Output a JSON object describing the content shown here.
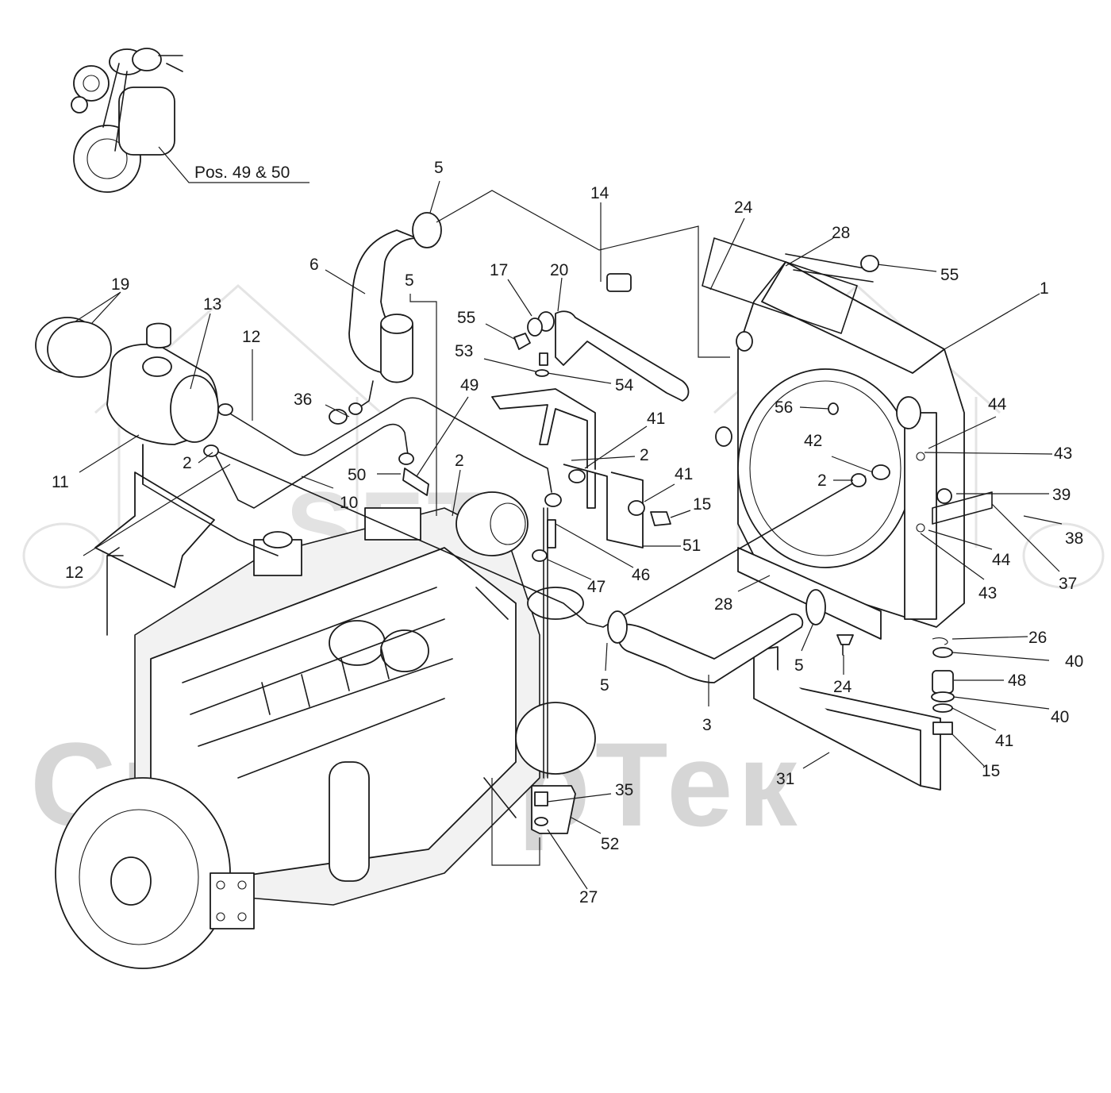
{
  "diagram": {
    "inset_note": "Pos. 49 & 50",
    "watermark": "СканфорТек",
    "callouts": [
      "1",
      "2",
      "2",
      "2",
      "2",
      "3",
      "5",
      "5",
      "5",
      "5",
      "6",
      "10",
      "11",
      "12",
      "12",
      "13",
      "14",
      "15",
      "15",
      "17",
      "19",
      "20",
      "24",
      "24",
      "26",
      "27",
      "28",
      "28",
      "31",
      "35",
      "36",
      "37",
      "38",
      "39",
      "40",
      "40",
      "41",
      "41",
      "41",
      "42",
      "43",
      "43",
      "44",
      "44",
      "46",
      "47",
      "48",
      "49",
      "50",
      "51",
      "52",
      "53",
      "54",
      "55",
      "55",
      "56"
    ]
  }
}
